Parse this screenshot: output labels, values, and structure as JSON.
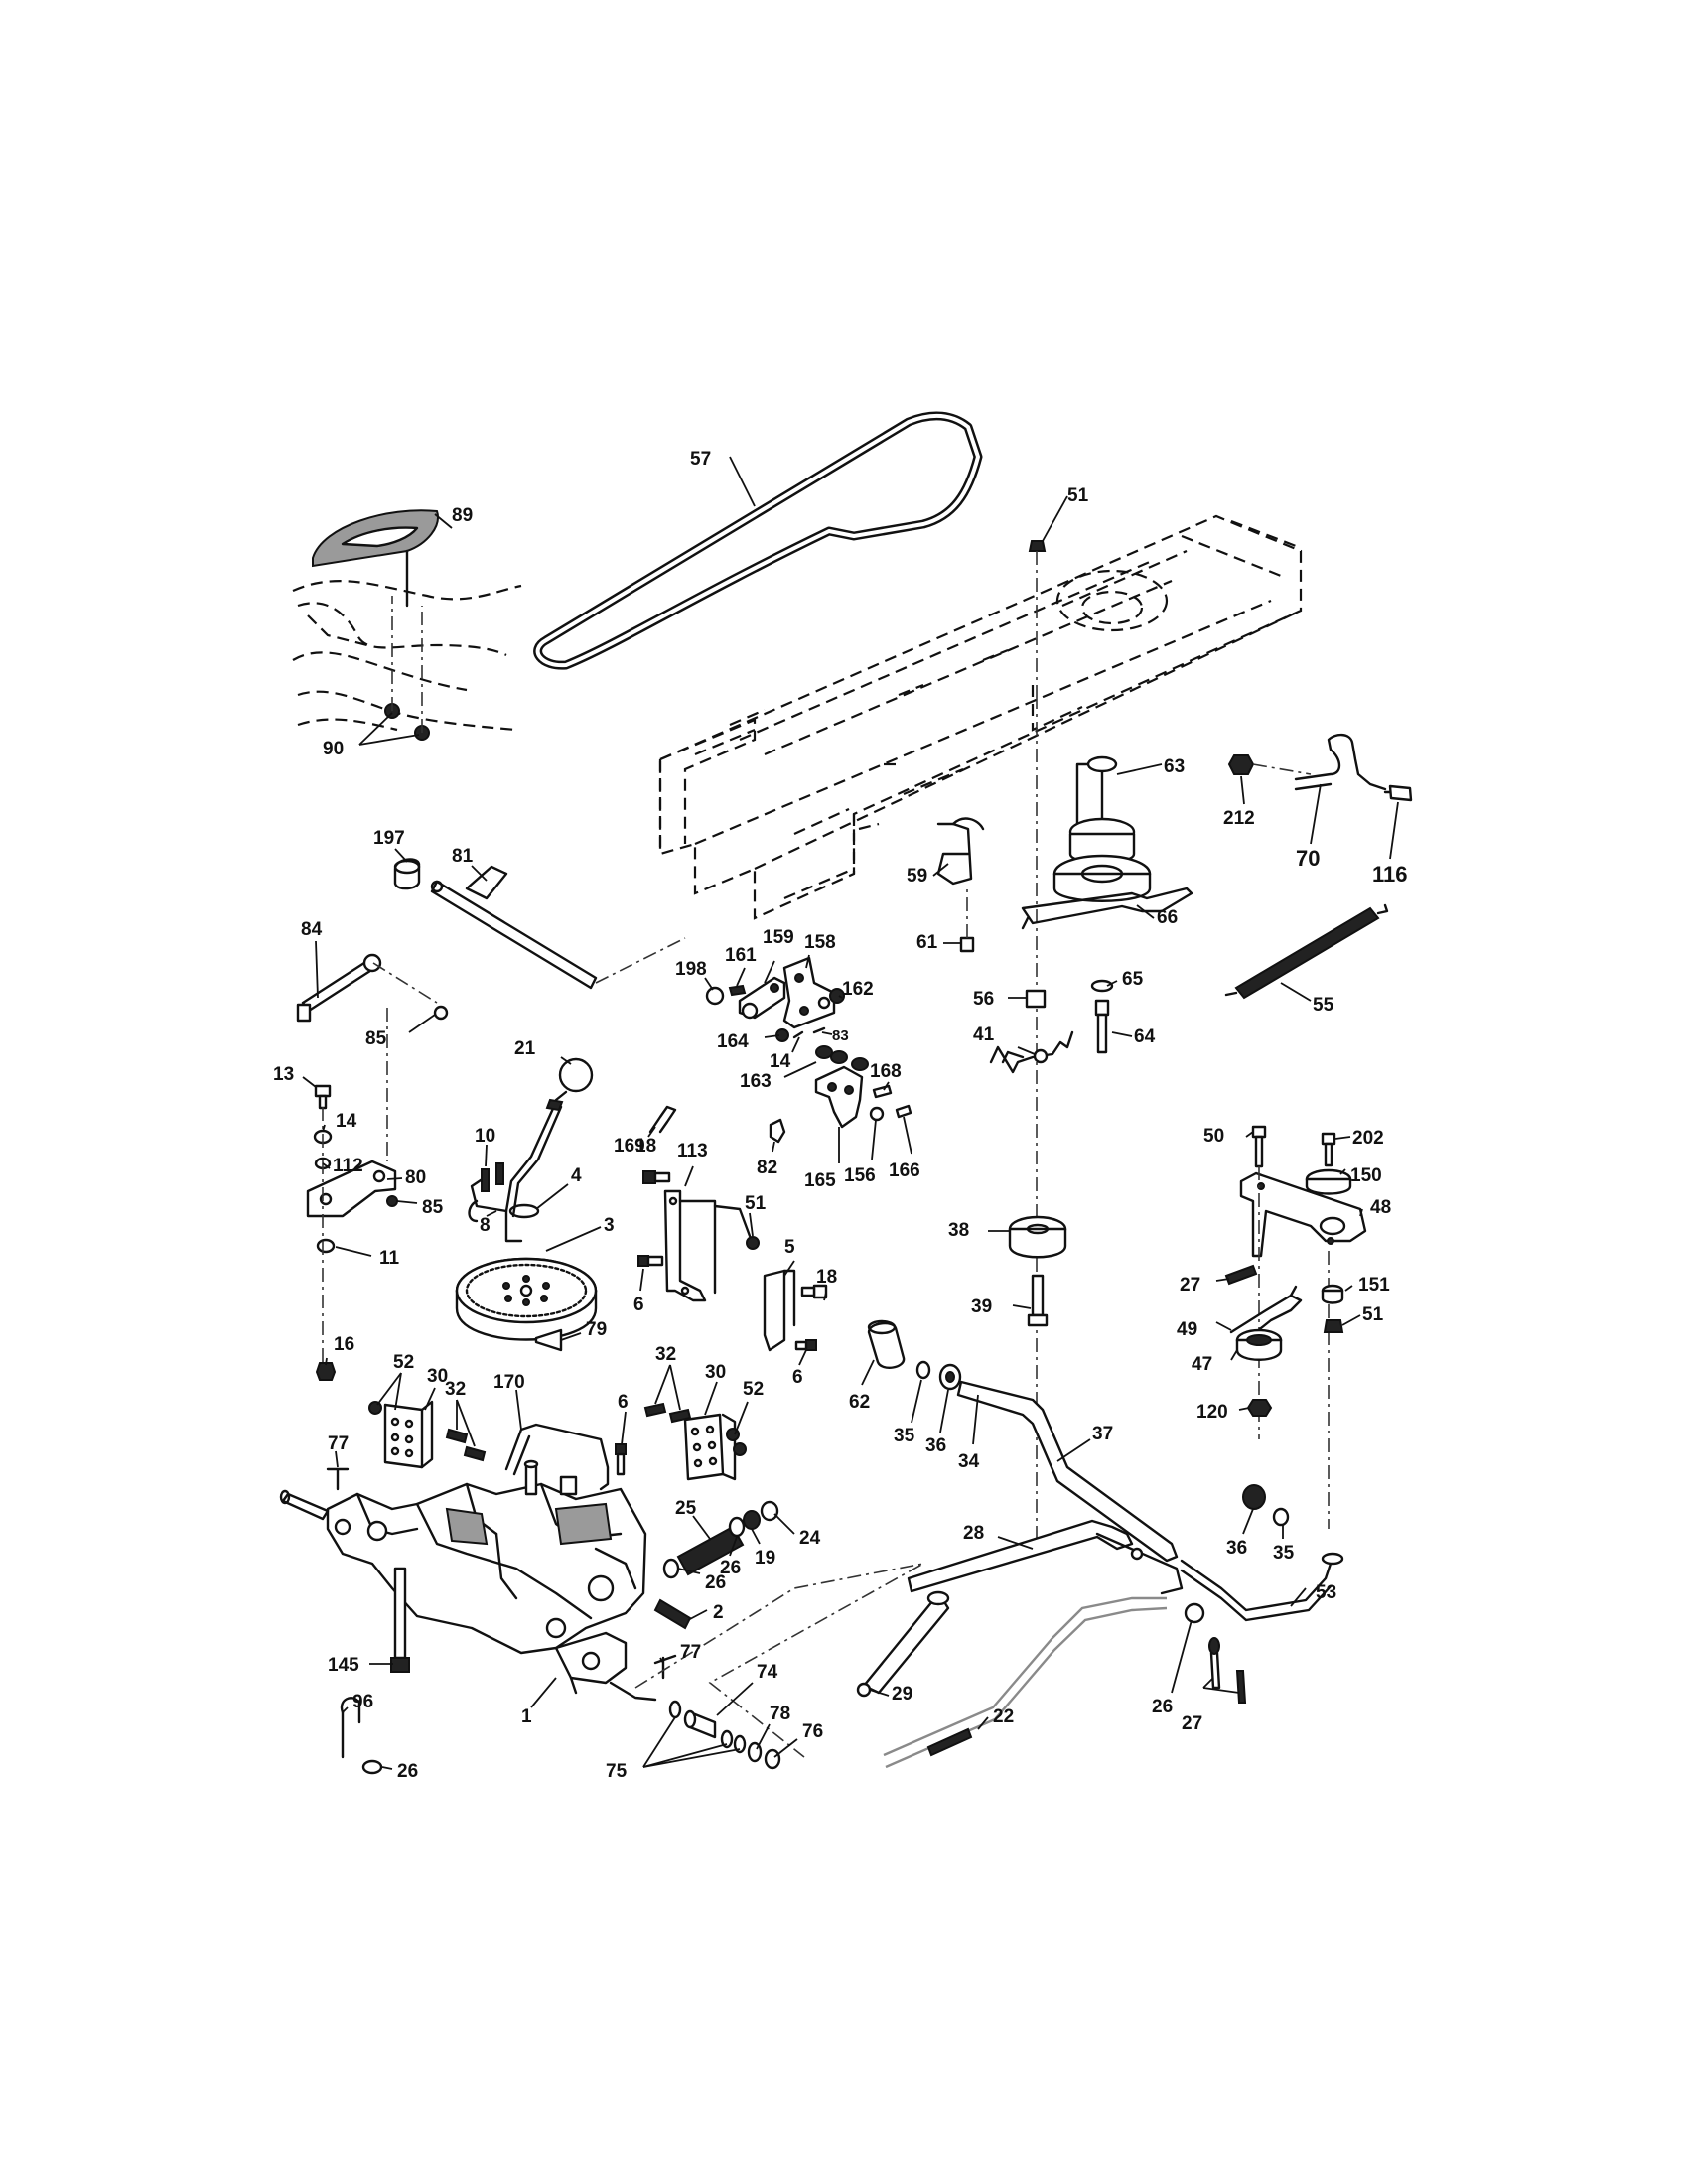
{
  "callouts": [
    {
      "id": "c57",
      "text": "57"
    },
    {
      "id": "c89",
      "text": "89"
    },
    {
      "id": "c51a",
      "text": "51"
    },
    {
      "id": "c90",
      "text": "90"
    },
    {
      "id": "c63",
      "text": "63"
    },
    {
      "id": "c212",
      "text": "212"
    },
    {
      "id": "c70",
      "text": "70"
    },
    {
      "id": "c116",
      "text": "116"
    },
    {
      "id": "c197",
      "text": "197"
    },
    {
      "id": "c81",
      "text": "81"
    },
    {
      "id": "c84",
      "text": "84"
    },
    {
      "id": "c59",
      "text": "59"
    },
    {
      "id": "c66",
      "text": "66"
    },
    {
      "id": "c61",
      "text": "61"
    },
    {
      "id": "c198",
      "text": "198"
    },
    {
      "id": "c161",
      "text": "161"
    },
    {
      "id": "c159",
      "text": "159"
    },
    {
      "id": "c158",
      "text": "158"
    },
    {
      "id": "c162",
      "text": "162"
    },
    {
      "id": "c65",
      "text": "65"
    },
    {
      "id": "c56",
      "text": "56"
    },
    {
      "id": "c64",
      "text": "64"
    },
    {
      "id": "c55",
      "text": "55"
    },
    {
      "id": "c21",
      "text": "21"
    },
    {
      "id": "c85a",
      "text": "85"
    },
    {
      "id": "c169",
      "text": "169"
    },
    {
      "id": "c164",
      "text": "164"
    },
    {
      "id": "c14a",
      "text": "14"
    },
    {
      "id": "c83",
      "text": "83"
    },
    {
      "id": "c10",
      "text": "10"
    },
    {
      "id": "c13",
      "text": "13"
    },
    {
      "id": "c14b",
      "text": "14"
    },
    {
      "id": "c163",
      "text": "163"
    },
    {
      "id": "c168",
      "text": "168"
    },
    {
      "id": "c41",
      "text": "41"
    },
    {
      "id": "c112",
      "text": "112"
    },
    {
      "id": "c80",
      "text": "80"
    },
    {
      "id": "c8",
      "text": "8"
    },
    {
      "id": "c82",
      "text": "82"
    },
    {
      "id": "c165",
      "text": "165"
    },
    {
      "id": "c156",
      "text": "156"
    },
    {
      "id": "c166",
      "text": "166"
    },
    {
      "id": "c50",
      "text": "50"
    },
    {
      "id": "c202",
      "text": "202"
    },
    {
      "id": "c150",
      "text": "150"
    },
    {
      "id": "c18a",
      "text": "18"
    },
    {
      "id": "c113",
      "text": "113"
    },
    {
      "id": "c4",
      "text": "4"
    },
    {
      "id": "c85b",
      "text": "85"
    },
    {
      "id": "c38",
      "text": "38"
    },
    {
      "id": "c48",
      "text": "48"
    },
    {
      "id": "c3",
      "text": "3"
    },
    {
      "id": "c51b",
      "text": "51"
    },
    {
      "id": "c11",
      "text": "11"
    },
    {
      "id": "c5",
      "text": "5"
    },
    {
      "id": "c6a",
      "text": "6"
    },
    {
      "id": "c18b",
      "text": "18"
    },
    {
      "id": "c39",
      "text": "39"
    },
    {
      "id": "c27a",
      "text": "27"
    },
    {
      "id": "c151",
      "text": "151"
    },
    {
      "id": "c51c",
      "text": "51"
    },
    {
      "id": "c49",
      "text": "49"
    },
    {
      "id": "c16",
      "text": "16"
    },
    {
      "id": "c79",
      "text": "79"
    },
    {
      "id": "c6b",
      "text": "6"
    },
    {
      "id": "c47",
      "text": "47"
    },
    {
      "id": "c52a",
      "text": "52"
    },
    {
      "id": "c30a",
      "text": "30"
    },
    {
      "id": "c32a",
      "text": "32"
    },
    {
      "id": "c30b",
      "text": "30"
    },
    {
      "id": "c32b",
      "text": "32"
    },
    {
      "id": "c52b",
      "text": "52"
    },
    {
      "id": "c62",
      "text": "62"
    },
    {
      "id": "c170",
      "text": "170"
    },
    {
      "id": "c6c",
      "text": "6"
    },
    {
      "id": "c120",
      "text": "120"
    },
    {
      "id": "c35a",
      "text": "35"
    },
    {
      "id": "c36a",
      "text": "36"
    },
    {
      "id": "c37",
      "text": "37"
    },
    {
      "id": "c77a",
      "text": "77"
    },
    {
      "id": "c34",
      "text": "34"
    },
    {
      "id": "c25",
      "text": "25"
    },
    {
      "id": "c24",
      "text": "24"
    },
    {
      "id": "c19",
      "text": "19"
    },
    {
      "id": "c26a",
      "text": "26"
    },
    {
      "id": "c26b",
      "text": "26"
    },
    {
      "id": "c36b",
      "text": "36"
    },
    {
      "id": "c35b",
      "text": "35"
    },
    {
      "id": "c28",
      "text": "28"
    },
    {
      "id": "c2",
      "text": "2"
    },
    {
      "id": "c53",
      "text": "53"
    },
    {
      "id": "c145",
      "text": "145"
    },
    {
      "id": "c77b",
      "text": "77"
    },
    {
      "id": "c74",
      "text": "74"
    },
    {
      "id": "c29",
      "text": "29"
    },
    {
      "id": "c26c",
      "text": "26"
    },
    {
      "id": "c27b",
      "text": "27"
    },
    {
      "id": "c96",
      "text": "96"
    },
    {
      "id": "c1",
      "text": "1"
    },
    {
      "id": "c22",
      "text": "22"
    },
    {
      "id": "c78",
      "text": "78"
    },
    {
      "id": "c76",
      "text": "76"
    },
    {
      "id": "c26d",
      "text": "26"
    },
    {
      "id": "c75",
      "text": "75"
    }
  ]
}
